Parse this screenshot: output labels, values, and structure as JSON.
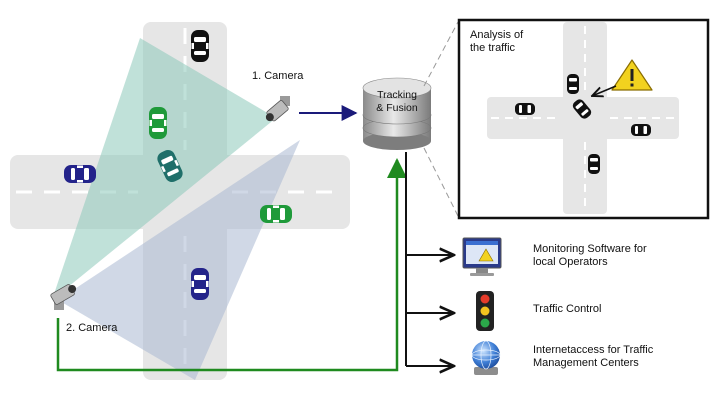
{
  "labels": {
    "camera1": "1. Camera",
    "camera2": "2. Camera",
    "tracking_line1": "Tracking",
    "tracking_line2": "& Fusion",
    "analysis_line1": "Analysis of",
    "analysis_line2": "the traffic",
    "monitoring_line1": "Monitoring Software for",
    "monitoring_line2": "local Operators",
    "traffic_control": "Traffic Control",
    "internet_line1": "Internetaccess for Traffic",
    "internet_line2": "Management Centers"
  },
  "colors": {
    "road": "#e6e6e6",
    "lane_mark": "#ffffff",
    "fov_camera1": "#8cc9b9",
    "fov_camera2": "#a9b8d1",
    "car_green": "#1f9a3a",
    "car_blue": "#23238a",
    "car_teal": "#1f6f6a",
    "car_black": "#111111",
    "arrow_navy": "#1a1a7a",
    "arrow_green": "#1f8a1f",
    "warning": "#f2d21f"
  },
  "icons": {
    "camera": "security-camera-icon",
    "server": "database-stack-icon",
    "warning": "warning-triangle-icon",
    "monitor": "monitor-icon",
    "traffic_light": "traffic-light-icon",
    "globe": "globe-icon"
  }
}
